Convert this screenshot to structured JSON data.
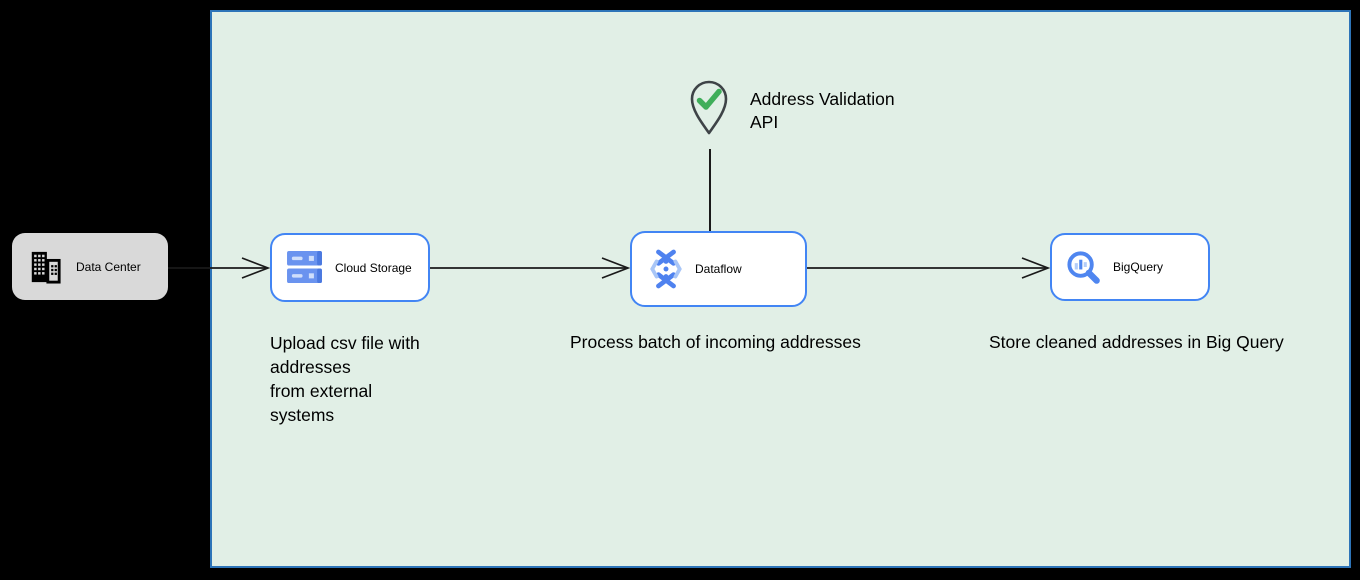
{
  "diagram": {
    "background_color": "#000000",
    "zone": {
      "fill": "#e1efe6",
      "border_color": "#2d74b8"
    },
    "nodes": {
      "data_center": {
        "label": "Data Center",
        "icon": "building-icon",
        "fill": "#d9d9d9"
      },
      "cloud_storage": {
        "label": "Cloud Storage",
        "icon": "cloud-storage-icon",
        "fill": "#ffffff",
        "border_color": "#4285f4"
      },
      "dataflow": {
        "label": "Dataflow",
        "icon": "dataflow-icon",
        "fill": "#ffffff",
        "border_color": "#4285f4"
      },
      "bigquery": {
        "label": "BigQuery",
        "icon": "bigquery-icon",
        "fill": "#ffffff",
        "border_color": "#4285f4"
      }
    },
    "callout": {
      "label": "Address Validation\nAPI",
      "icon": "pin-check-icon",
      "check_color": "#3fae5a",
      "pin_outline_color": "#3e4347"
    },
    "notes": {
      "upload": {
        "text": "Upload csv file with\naddresses\nfrom external\nsystems"
      },
      "process": {
        "text": "Process batch of incoming addresses"
      },
      "store": {
        "text": "Store cleaned addresses in Big Query"
      }
    },
    "edges": [
      {
        "from": "data_center",
        "to": "cloud_storage",
        "style": "open-arrow"
      },
      {
        "from": "cloud_storage",
        "to": "dataflow",
        "style": "open-arrow"
      },
      {
        "from": "dataflow",
        "to": "bigquery",
        "style": "open-arrow"
      },
      {
        "from": "address_validation_api",
        "to": "dataflow",
        "style": "plain-line"
      }
    ],
    "edge_color": "#1a1a1a",
    "icon_colors": {
      "blue": "#4f82ef",
      "light_blue": "#b3cdf9",
      "dark": "#000000"
    }
  }
}
